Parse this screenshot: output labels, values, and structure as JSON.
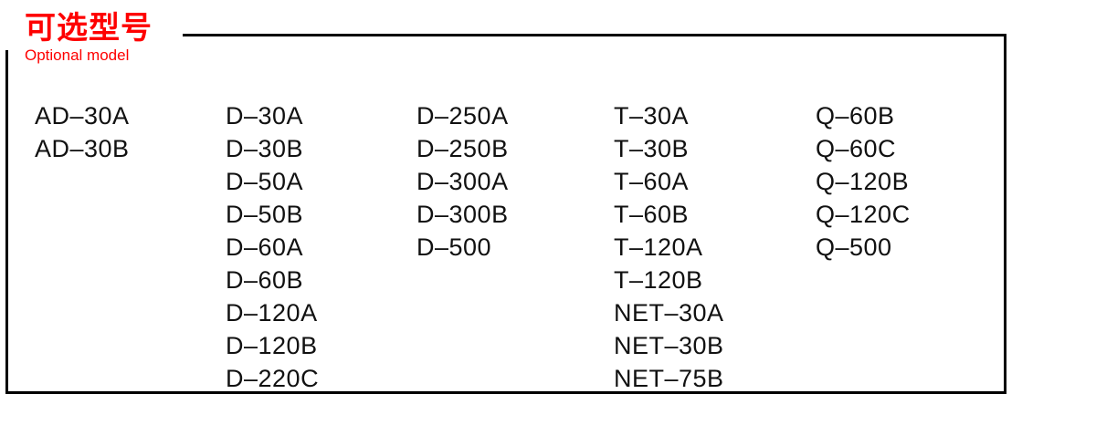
{
  "heading": {
    "title_cn": "可选型号",
    "title_en": "Optional model",
    "color": "#fe0000"
  },
  "panel": {
    "border_color": "#000000"
  },
  "columns": [
    {
      "name": "ad-series",
      "items": [
        "AD–30A",
        "AD–30B"
      ]
    },
    {
      "name": "d-series-low",
      "items": [
        "D–30A",
        "D–30B",
        "D–50A",
        "D–50B",
        "D–60A",
        "D–60B",
        "D–120A",
        "D–120B",
        "D–220C"
      ]
    },
    {
      "name": "d-series-high",
      "items": [
        "D–250A",
        "D–250B",
        "D–300A",
        "D–300B",
        "D–500"
      ]
    },
    {
      "name": "t-and-net-series",
      "items": [
        "T–30A",
        "T–30B",
        "T–60A",
        "T–60B",
        "T–120A",
        "T–120B",
        "NET–30A",
        "NET–30B",
        "NET–75B"
      ]
    },
    {
      "name": "q-series",
      "items": [
        "Q–60B",
        "Q–60C",
        "Q–120B",
        "Q–120C",
        "Q–500"
      ]
    }
  ]
}
